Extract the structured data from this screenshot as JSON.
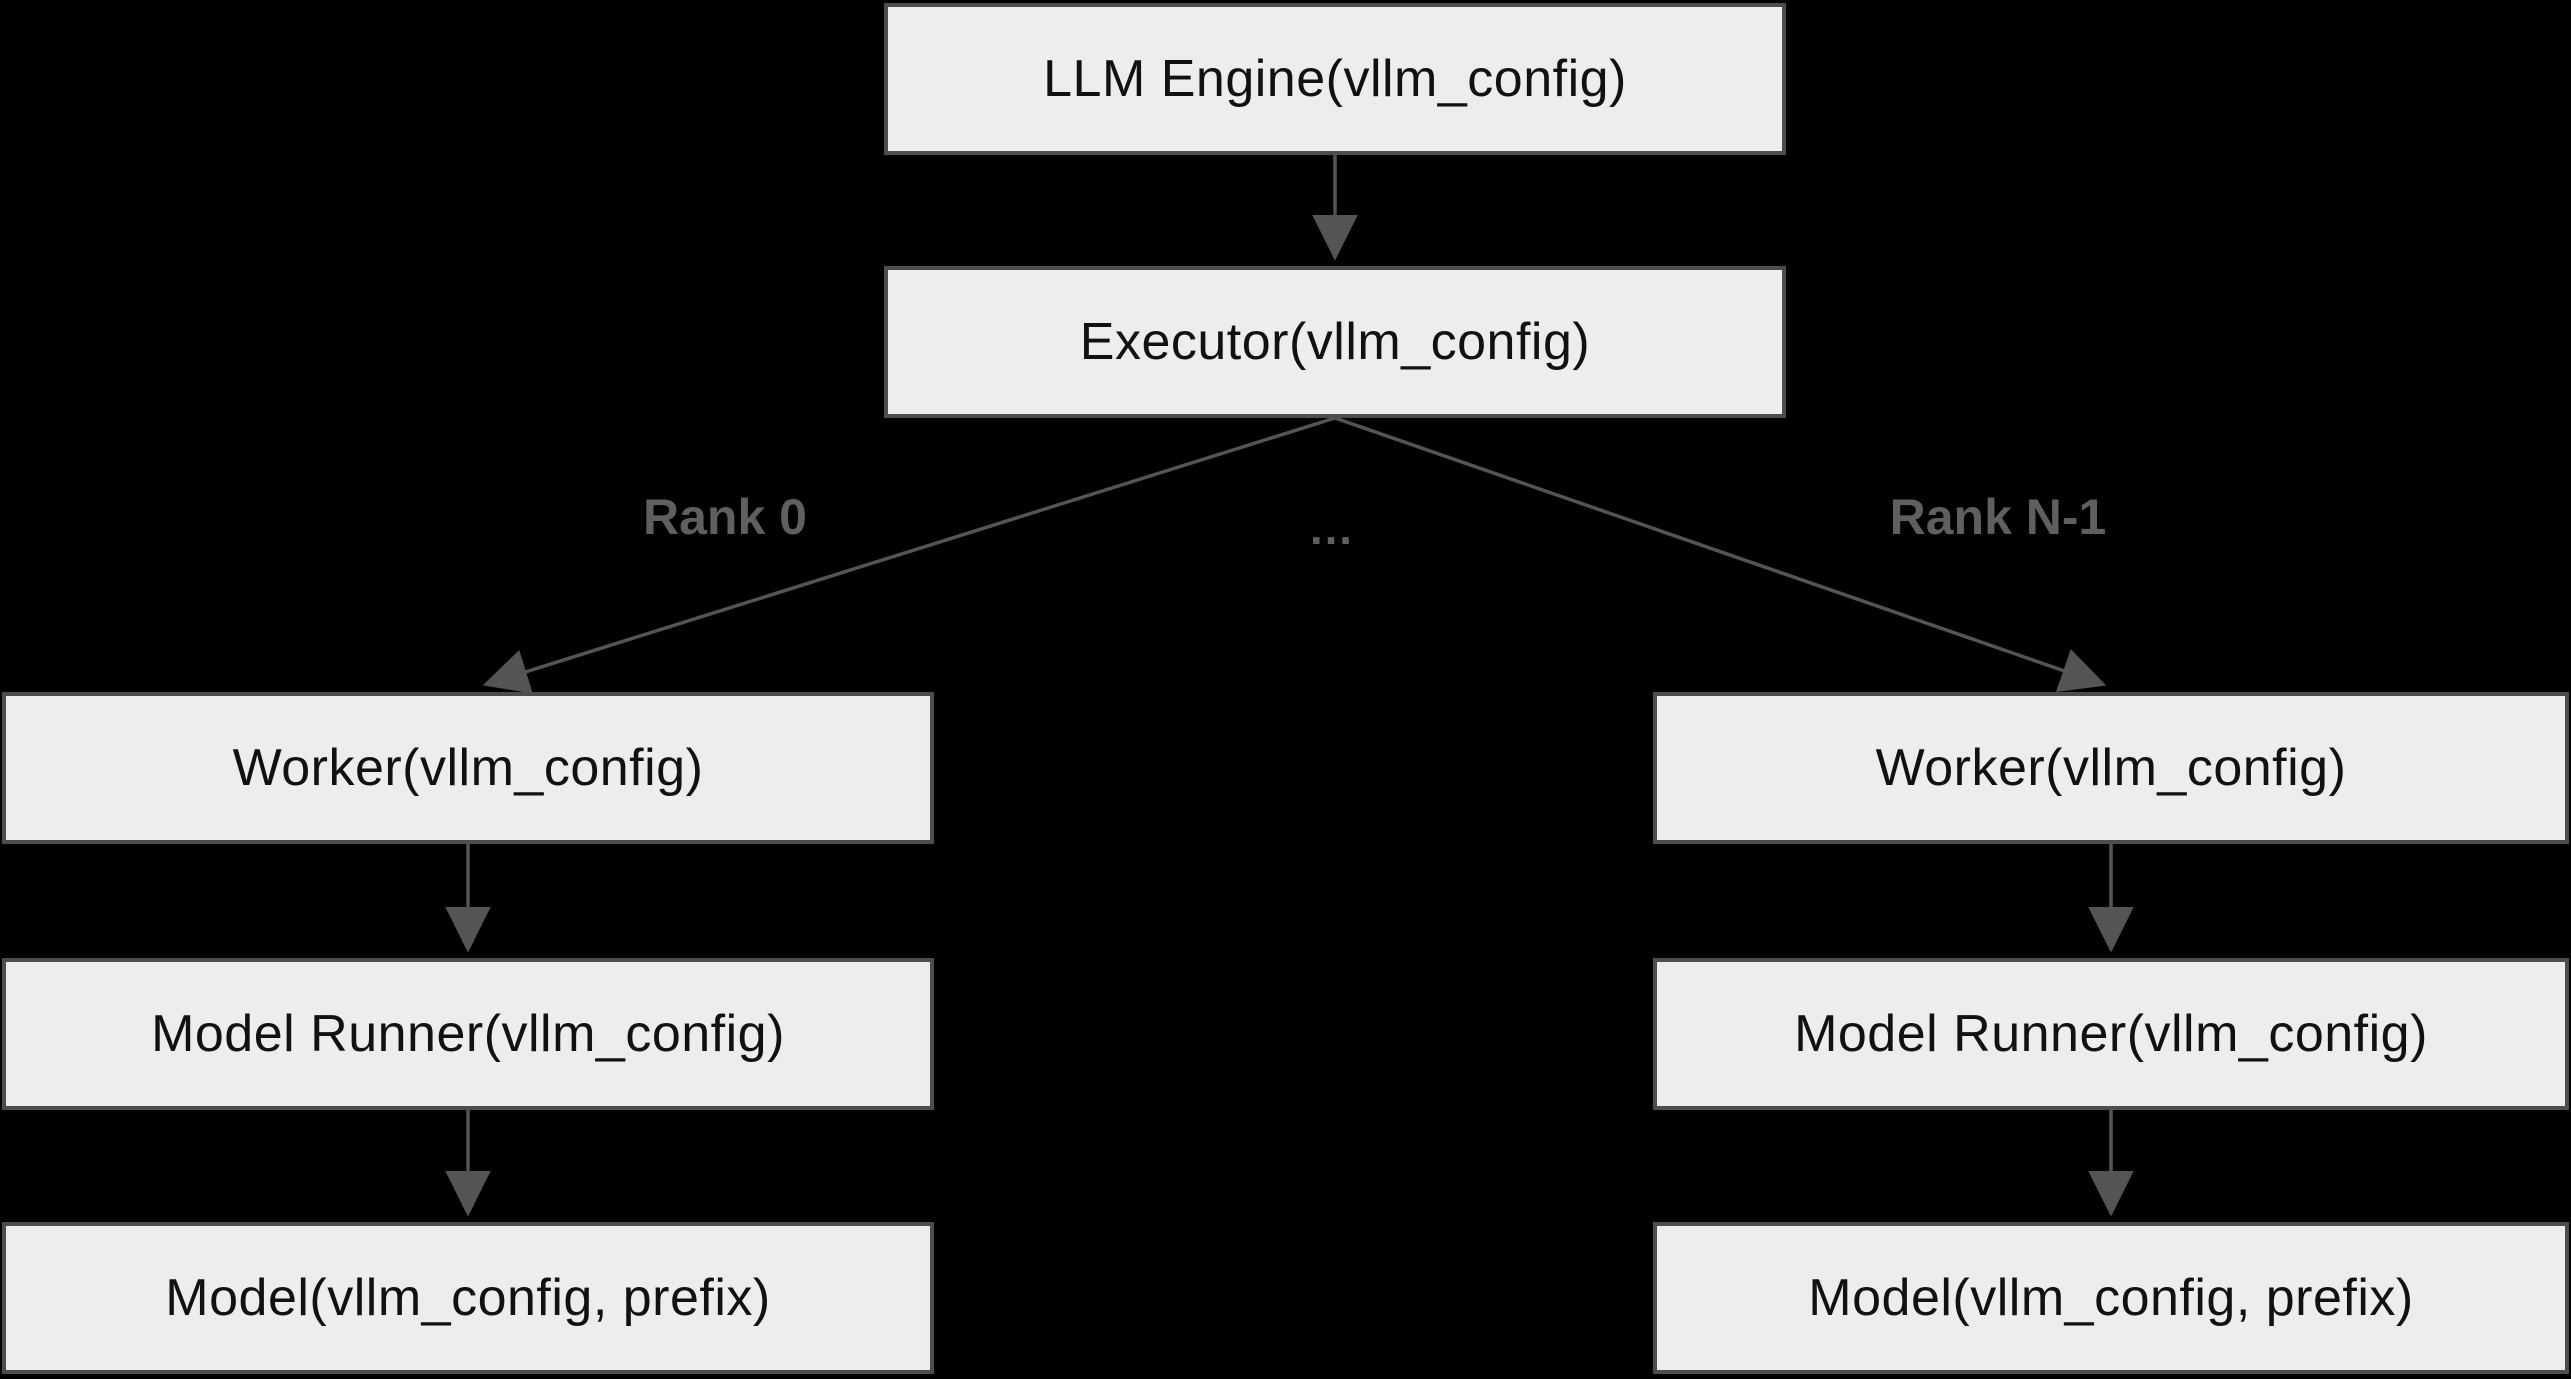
{
  "diagram": {
    "type": "flowchart",
    "background_color": "#000000",
    "node_fill_color": "#ededed",
    "node_border_color": "#4d4d4d",
    "node_text_color": "#111111",
    "edge_color": "#545454",
    "edge_label_color": "#5f5f5f",
    "nodes": {
      "llm_engine": {
        "label": "LLM Engine(vllm_config)"
      },
      "executor": {
        "label": "Executor(vllm_config)"
      },
      "worker_rank0": {
        "label": "Worker(vllm_config)"
      },
      "worker_rankn": {
        "label": "Worker(vllm_config)"
      },
      "model_runner_rank0": {
        "label": "Model Runner(vllm_config)"
      },
      "model_runner_rankn": {
        "label": "Model Runner(vllm_config)"
      },
      "model_rank0": {
        "label": "Model(vllm_config, prefix)"
      },
      "model_rankn": {
        "label": "Model(vllm_config, prefix)"
      }
    },
    "edge_labels": {
      "rank0": "Rank 0",
      "ellipsis": "…",
      "rank_n1": "Rank N-1"
    },
    "edges": [
      {
        "from": "llm_engine",
        "to": "executor"
      },
      {
        "from": "executor",
        "to": "worker_rank0",
        "label": "Rank 0"
      },
      {
        "from": "executor",
        "to": "worker_rankn",
        "label": "Rank N-1"
      },
      {
        "from": "worker_rank0",
        "to": "model_runner_rank0"
      },
      {
        "from": "model_runner_rank0",
        "to": "model_rank0"
      },
      {
        "from": "worker_rankn",
        "to": "model_runner_rankn"
      },
      {
        "from": "model_runner_rankn",
        "to": "model_rankn"
      }
    ]
  }
}
